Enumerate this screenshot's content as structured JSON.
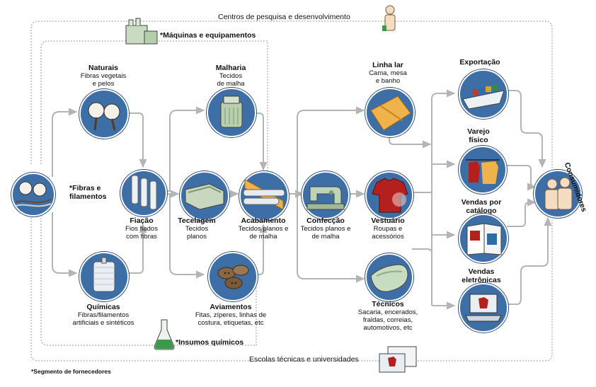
{
  "top_labels": {
    "research": "Centros de pesquisa e desenvolvimento",
    "machines": "*Máquinas e equipamentos"
  },
  "bottom_labels": {
    "chemicals": "*Insumos químicos",
    "schools": "Escolas técnicas e universidades",
    "footnote": "*Segmento de fornecedores"
  },
  "nodes": {
    "fibras": {
      "title": "*Fibras e",
      "line2": "filamentos"
    },
    "naturais": {
      "title": "Naturais",
      "line1": "Fibras vegetais",
      "line2": "e pelos"
    },
    "quimicas": {
      "title": "Químicas",
      "line1": "Fibras/filamentos",
      "line2": "artificiais e sintéticos"
    },
    "fiacao": {
      "title": "Fiação",
      "line1": "Fios fiados",
      "line2": "com fibras"
    },
    "malharia": {
      "title": "Malharia",
      "line1": "Tecidos",
      "line2": "de malha"
    },
    "tecelagem": {
      "title": "Tecelagem",
      "line1": "Tecidos",
      "line2": "planos"
    },
    "aviamentos": {
      "title": "Aviamentos",
      "line1": "Fitas, zíperes, linhas de",
      "line2": "costura, etiquetas, etc"
    },
    "acabamento": {
      "title": "Acabamento",
      "line1": "Tecidos planos e",
      "line2": "de malha"
    },
    "confeccao": {
      "title": "Confecção",
      "line1": "Tecidos planos e",
      "line2": "de malha"
    },
    "linha_lar": {
      "title": "Linha lar",
      "line1": "Cama, mesa",
      "line2": "e banho"
    },
    "vestuario": {
      "title": "Vestuário",
      "line1": "Roupas e",
      "line2": "acessórios"
    },
    "tecnicos": {
      "title": "Técnicos",
      "line1": "Sacaria, encerados,",
      "line2": "fraldas, correias,",
      "line3": "automotivos, etc"
    },
    "exportacao": {
      "title": "Exportação"
    },
    "varejo": {
      "title": "Varejo",
      "line1": "físico"
    },
    "vendas_catalogo": {
      "title": "Vendas por",
      "line1": "catálogo"
    },
    "vendas_eletronicas": {
      "title": "Vendas",
      "line1": "eletrônicas"
    },
    "consumidores": {
      "title": "Consumidores"
    }
  },
  "colors": {
    "circle": "#3d6ea6",
    "circle_edge": "#2b4f7a",
    "arrow": "#b4b4b4",
    "dotted": "#9a9a9a",
    "flask": "#3a9a4a"
  }
}
